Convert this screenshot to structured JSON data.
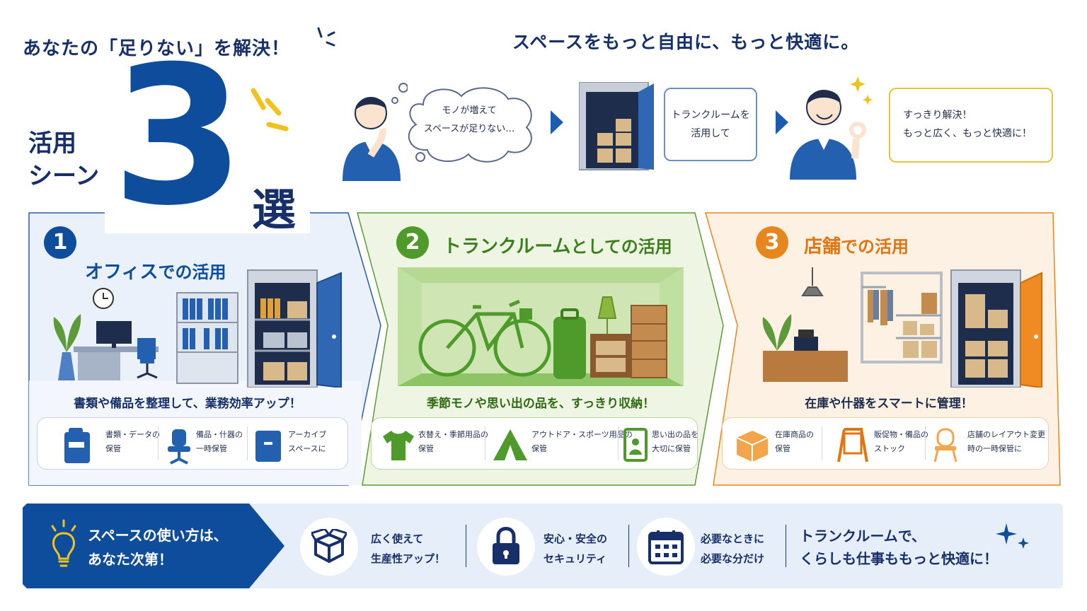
{
  "header": {
    "tagline": "あなたの「足りない」を解決！",
    "subtitle": "スペースをもっと自由に、もっと快適に。",
    "scene_label_1": "活用",
    "scene_label_2": "シーン",
    "big_number": "3",
    "sen": "選"
  },
  "story": {
    "thought": [
      "モノが増えて",
      "スペースが足りない…"
    ],
    "use": [
      "トランクルームを",
      "活用して"
    ],
    "result": [
      "すっきり解決！",
      "もっと広く、もっと快適に！"
    ]
  },
  "panels": [
    {
      "number": "1",
      "title_main": "オフィス",
      "title_sub": "での活用",
      "caption": "書類や備品を整理して、業務効率アップ！",
      "features": [
        {
          "icon": "binder-icon",
          "line1": "書類・データの",
          "line2": "保管"
        },
        {
          "icon": "office-chair-icon",
          "line1": "備品・什器の",
          "line2": "一時保管"
        },
        {
          "icon": "archive-box-icon",
          "line1": "アーカイブ",
          "line2": "スペースに"
        }
      ]
    },
    {
      "number": "2",
      "title_main": "トランクルーム",
      "title_sub": "としての活用",
      "caption": "季節モノや思い出の品を、すっきり収納！",
      "features": [
        {
          "icon": "tshirt-icon",
          "line1": "衣替え・季節用品の",
          "line2": "保管"
        },
        {
          "icon": "tent-icon",
          "line1": "アウトドア・スポーツ用品の",
          "line2": "保管"
        },
        {
          "icon": "photo-frame-icon",
          "line1": "思い出の品を",
          "line2": "大切に保管"
        }
      ]
    },
    {
      "number": "3",
      "title_main": "店舗",
      "title_sub": "での活用",
      "caption": "在庫や什器をスマートに管理！",
      "features": [
        {
          "icon": "cardboard-box-icon",
          "line1": "在庫商品の",
          "line2": "保管"
        },
        {
          "icon": "a-frame-sign-icon",
          "line1": "販促物・備品の",
          "line2": "ストック"
        },
        {
          "icon": "chair-icon",
          "line1": "店舗のレイアウト変更",
          "line2": "時の一時保管に"
        }
      ]
    }
  ],
  "bottom": {
    "lead": [
      "スペースの使い方は、",
      "あなた次第！"
    ],
    "benefits": [
      {
        "icon": "open-box-icon",
        "line1": "広く使えて",
        "line2": "生産性アップ！"
      },
      {
        "icon": "lock-icon",
        "line1": "安心・安全の",
        "line2": "セキュリティ"
      },
      {
        "icon": "calendar-icon",
        "line1": "必要なときに",
        "line2": "必要な分だけ"
      }
    ],
    "closing": [
      "トランクルームで、",
      "くらしも仕事ももっと快適に！"
    ]
  },
  "colors": {
    "navy": "#17306a",
    "blue": "#0e4d9c",
    "green": "#4e9a2a",
    "orange": "#e8861e",
    "panel1_bg": "#eaf1fb",
    "panel2_bg": "#eef6e3",
    "panel3_bg": "#fdf1e4"
  }
}
